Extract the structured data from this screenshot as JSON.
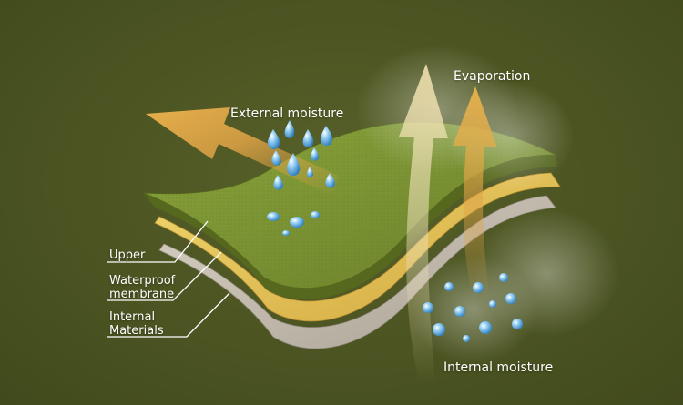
{
  "labels": {
    "external_moisture": "External moisture",
    "evaporation": "Evaporation",
    "internal_moisture": "Internal moisture",
    "upper": "Upper",
    "waterproof_membrane": "Waterproof\nmembrane",
    "internal_materials": "Internal\nMaterials"
  },
  "colors": {
    "background": "#4a5321",
    "upper_layer": "#7d9434",
    "membrane_layer": "#e4c45a",
    "internal_layer": "#c9c1b3",
    "arrow_orange": "#e0a446",
    "droplet": "#6fb3e6"
  }
}
